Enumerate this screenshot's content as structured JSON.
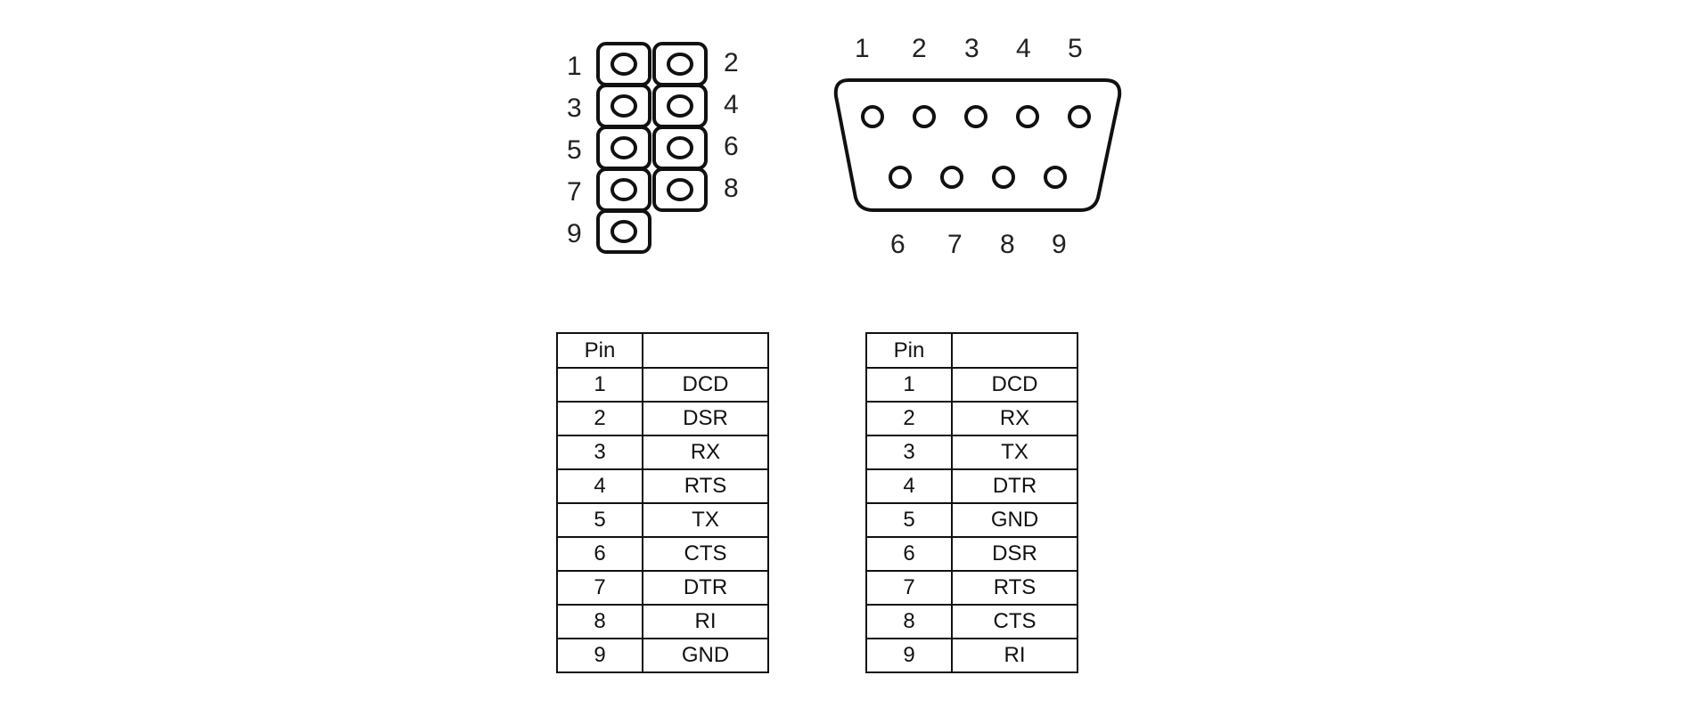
{
  "header_connector": {
    "pins": [
      {
        "label": "1"
      },
      {
        "label": "2"
      },
      {
        "label": "3"
      },
      {
        "label": "4"
      },
      {
        "label": "5"
      },
      {
        "label": "6"
      },
      {
        "label": "7"
      },
      {
        "label": "8"
      },
      {
        "label": "9"
      }
    ]
  },
  "db9_connector": {
    "top_row_labels": [
      "1",
      "2",
      "3",
      "4",
      "5"
    ],
    "bottom_row_labels": [
      "6",
      "7",
      "8",
      "9"
    ]
  },
  "table_left": {
    "header_pin": "Pin",
    "header_signal": "",
    "rows": [
      {
        "pin": "1",
        "signal": "DCD"
      },
      {
        "pin": "2",
        "signal": "DSR"
      },
      {
        "pin": "3",
        "signal": "RX"
      },
      {
        "pin": "4",
        "signal": "RTS"
      },
      {
        "pin": "5",
        "signal": "TX"
      },
      {
        "pin": "6",
        "signal": "CTS"
      },
      {
        "pin": "7",
        "signal": "DTR"
      },
      {
        "pin": "8",
        "signal": "RI"
      },
      {
        "pin": "9",
        "signal": "GND"
      }
    ]
  },
  "table_right": {
    "header_pin": "Pin",
    "header_signal": "",
    "rows": [
      {
        "pin": "1",
        "signal": "DCD"
      },
      {
        "pin": "2",
        "signal": "RX"
      },
      {
        "pin": "3",
        "signal": "TX"
      },
      {
        "pin": "4",
        "signal": "DTR"
      },
      {
        "pin": "5",
        "signal": "GND"
      },
      {
        "pin": "6",
        "signal": "DSR"
      },
      {
        "pin": "7",
        "signal": "RTS"
      },
      {
        "pin": "8",
        "signal": "CTS"
      },
      {
        "pin": "9",
        "signal": "RI"
      }
    ]
  },
  "colors": {
    "stroke": "#111111",
    "background": "#ffffff"
  }
}
